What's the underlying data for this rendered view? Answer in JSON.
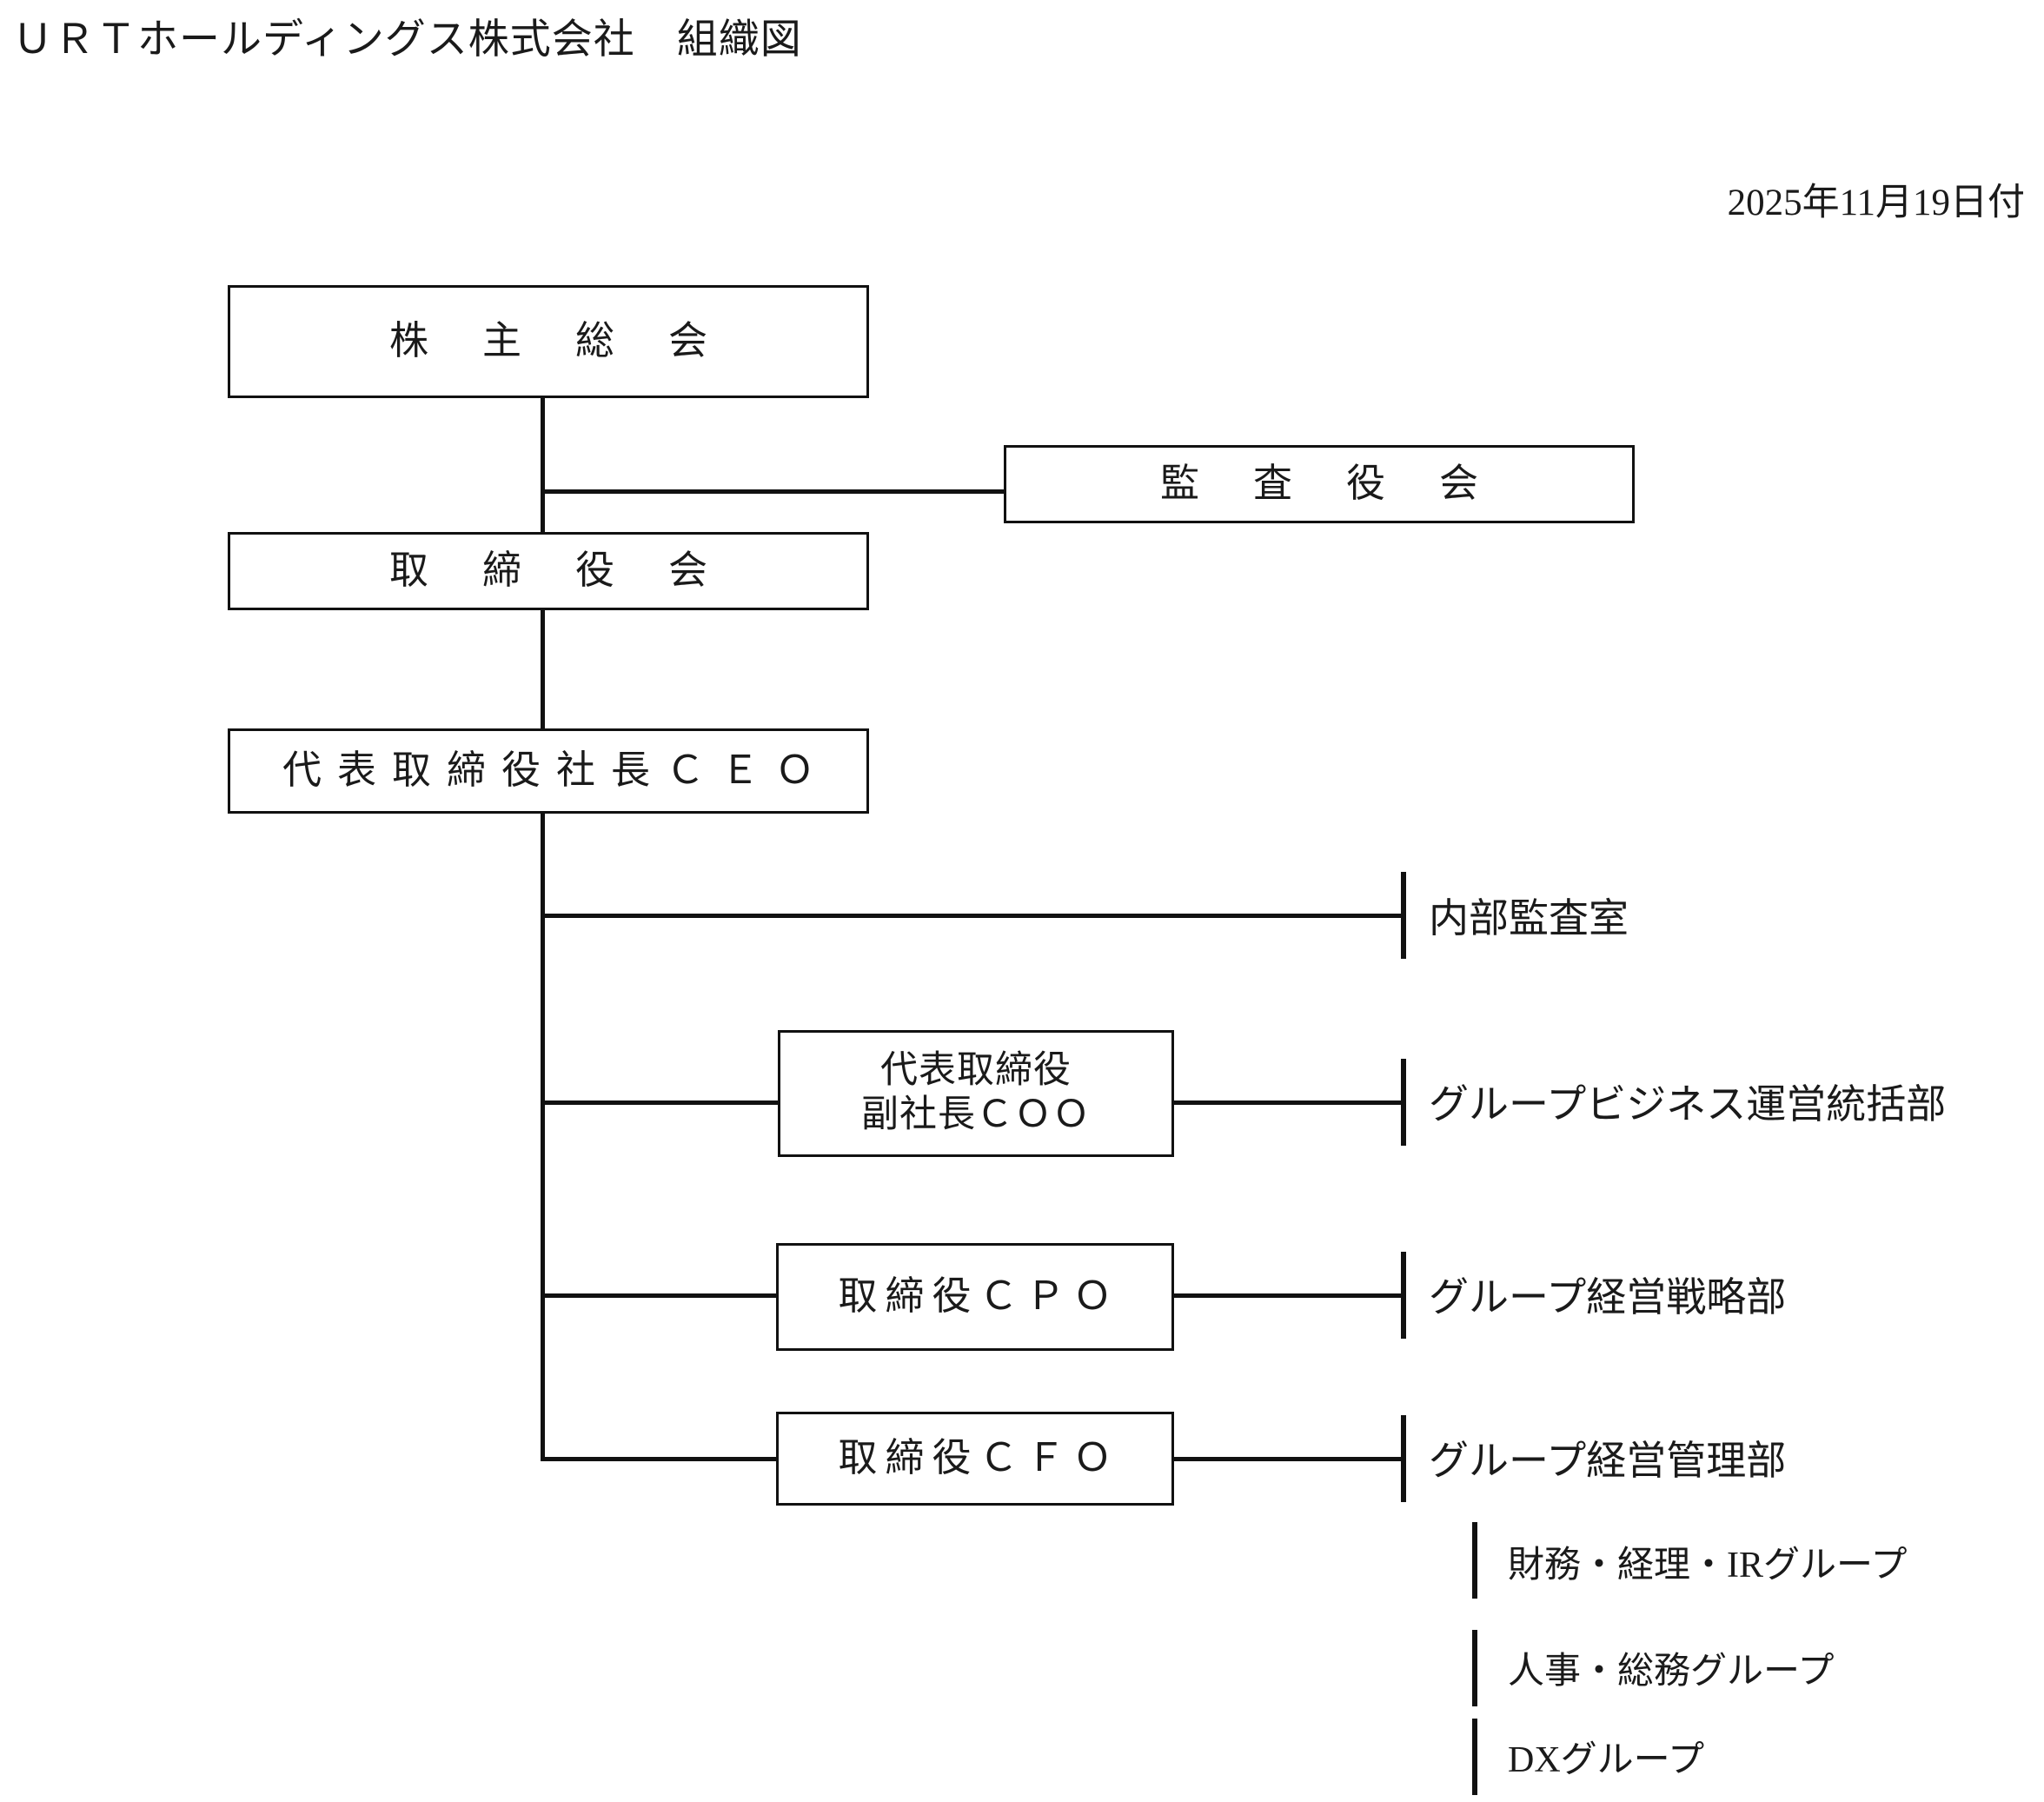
{
  "document": {
    "title": "ＵＲＴホールディングス株式会社　組織図",
    "date": "2025年11月19日付"
  },
  "chart_data": {
    "type": "diagram",
    "diagram_kind": "organization-chart",
    "title": "ＵＲＴホールディングス株式会社　組織図",
    "effective_date": "2025年11月19日付"
  },
  "nodes": {
    "shareholders_meeting": "株主総会",
    "board_of_auditors": "監査役会",
    "board_of_directors": "取締役会",
    "ceo": "代表取締役社長ＣＥＯ",
    "coo": "代表取締役\n副社長ＣＯＯ",
    "cpo": "取締役ＣＰＯ",
    "cfo": "取締役ＣＦＯ"
  },
  "departments": {
    "internal_audit_office": "内部監査室",
    "group_business_operations": "グループビジネス運営統括部",
    "group_management_strategy": "グループ経営戦略部",
    "group_management_administration": "グループ経営管理部"
  },
  "sub_groups": [
    "財務・経理・IRグループ",
    "人事・総務グループ",
    "DXグループ"
  ],
  "colors": {
    "line": "#111111",
    "text": "#1a1a1a",
    "background": "#ffffff"
  }
}
